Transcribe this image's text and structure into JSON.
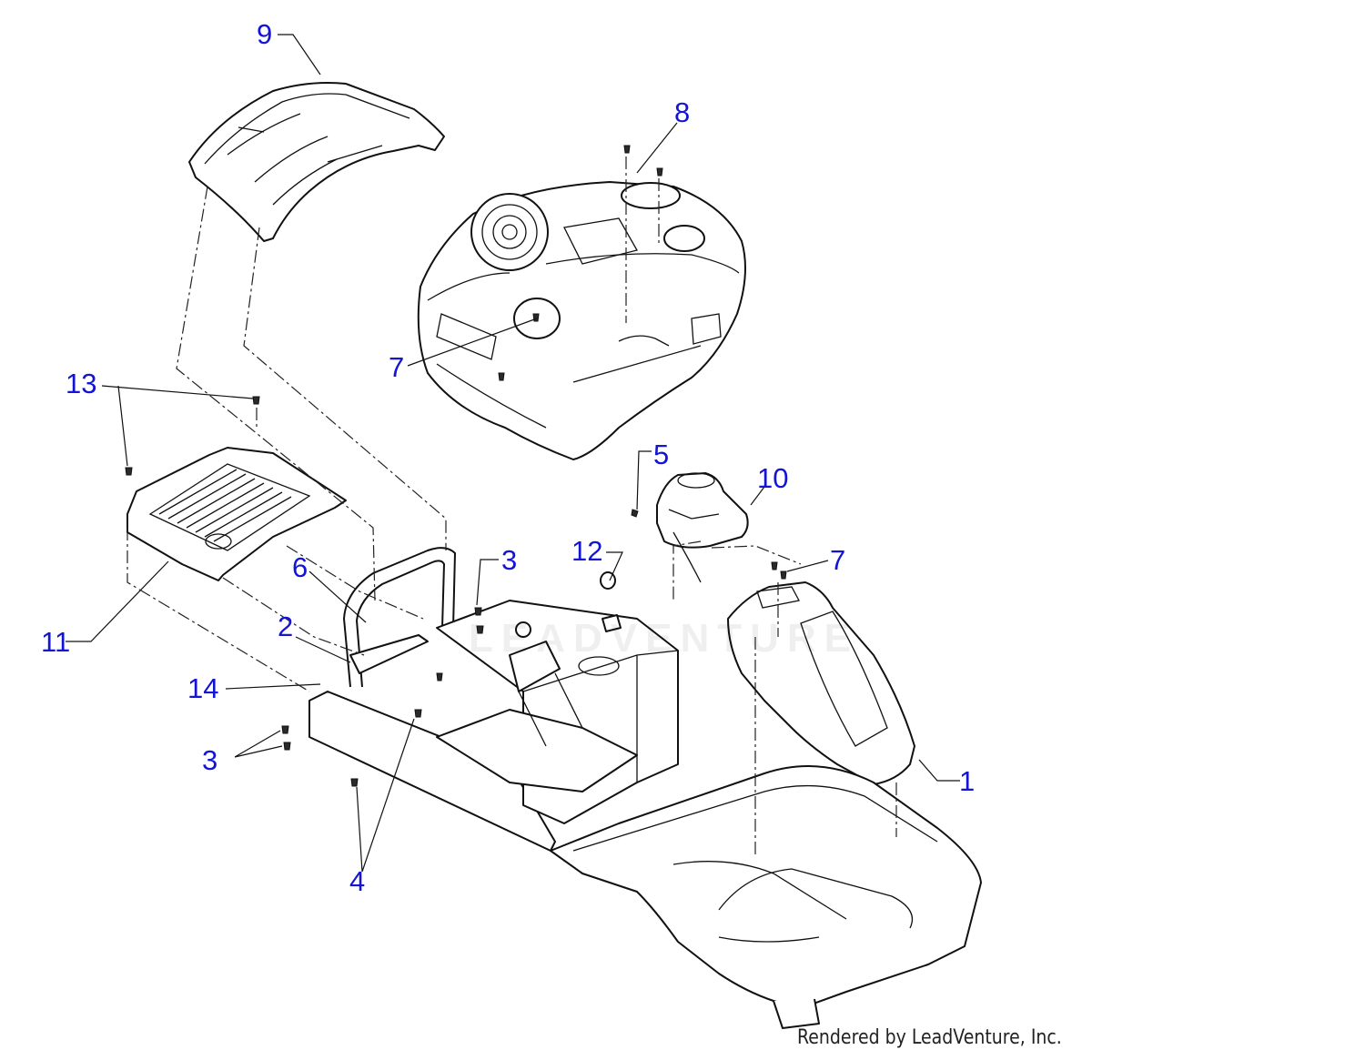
{
  "diagram": {
    "callouts": [
      {
        "id": "c9",
        "label": "9"
      },
      {
        "id": "c8",
        "label": "8"
      },
      {
        "id": "c7a",
        "label": "7"
      },
      {
        "id": "c13",
        "label": "13"
      },
      {
        "id": "c5",
        "label": "5"
      },
      {
        "id": "c10",
        "label": "10"
      },
      {
        "id": "c3a",
        "label": "3"
      },
      {
        "id": "c12",
        "label": "12"
      },
      {
        "id": "c7b",
        "label": "7"
      },
      {
        "id": "c6",
        "label": "6"
      },
      {
        "id": "c2",
        "label": "2"
      },
      {
        "id": "c11",
        "label": "11"
      },
      {
        "id": "c14",
        "label": "14"
      },
      {
        "id": "c3b",
        "label": "3"
      },
      {
        "id": "c1",
        "label": "1"
      },
      {
        "id": "c4",
        "label": "4"
      }
    ],
    "callout_color": "#1414d4",
    "line_color": "#111111",
    "watermark": "LEADVENTURE",
    "credit": "Rendered by LeadVenture, Inc."
  }
}
